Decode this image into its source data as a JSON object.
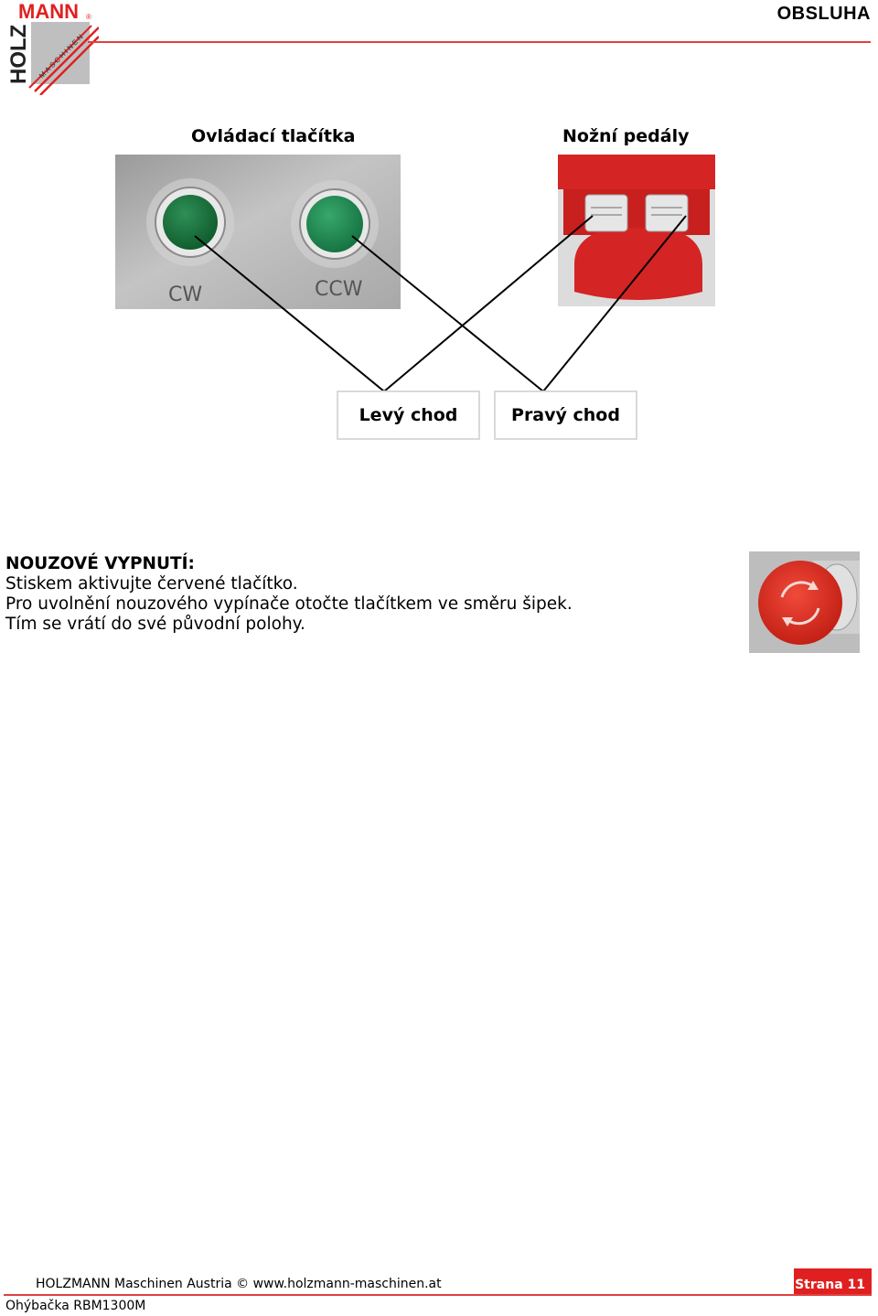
{
  "header": {
    "section_title": "OBSLUHA",
    "logo": {
      "brand_top": "MANN",
      "brand_side": "HOLZ",
      "brand_sub": "MASCHINEN",
      "registered": "®",
      "accent_color": "#e02020"
    }
  },
  "diagram": {
    "left_caption": "Ovládací tlačítka",
    "right_caption": "Nožní pedály",
    "buttons_photo": {
      "left_label": "CW",
      "right_label": "CCW"
    },
    "box_left_label": "Levý chod",
    "box_right_label": "Pravý chod"
  },
  "emergency": {
    "heading": "NOUZOVÉ VYPNUTÍ:",
    "line1": "Stiskem aktivujte červené tlačítko.",
    "line2": "Pro uvolnění nouzového vypínače otočte tlačítkem ve směru šipek.",
    "line3": "Tím se vrátí do své původní polohy."
  },
  "footer": {
    "company": "HOLZMANN Maschinen Austria   ©   www.holzmann-maschinen.at",
    "page_label": "Strana 11",
    "product": "Ohýbačka RBM1300M"
  },
  "colors": {
    "accent": "#e02020",
    "rule": "#e04040"
  }
}
